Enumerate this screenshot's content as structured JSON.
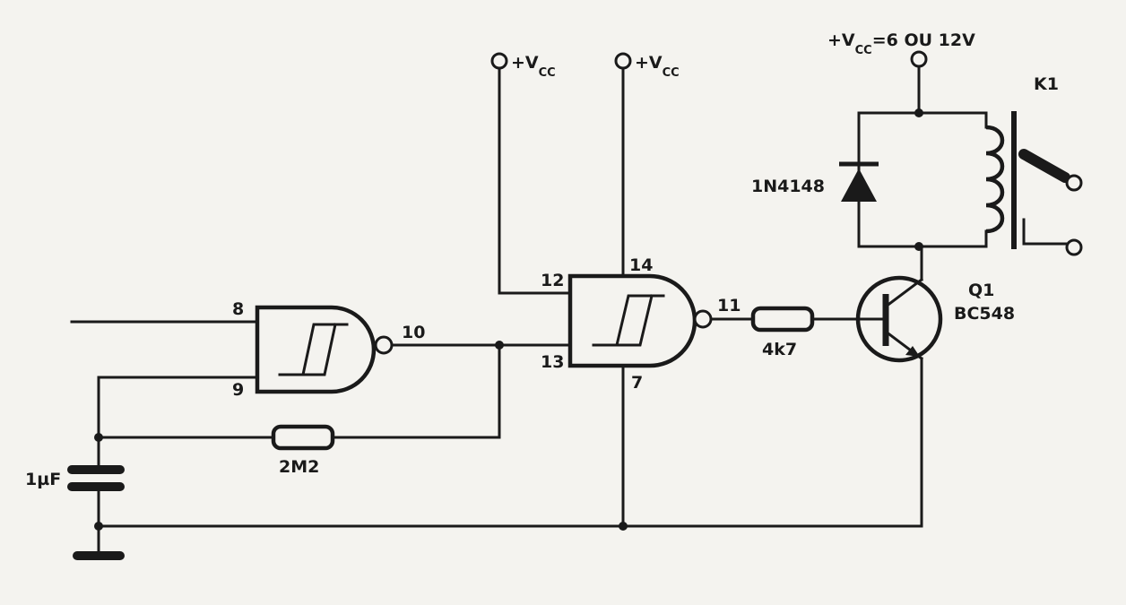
{
  "supply": {
    "vcc_prefix": "+V",
    "vcc_sub": "CC",
    "relay_supply_prefix": "+V",
    "relay_supply_sub": "CC",
    "relay_supply_value": "=6 OU 12V"
  },
  "gate1": {
    "pin_in_a": "8",
    "pin_in_b": "9",
    "pin_out": "10"
  },
  "gate2": {
    "pin_in_a": "12",
    "pin_in_b": "13",
    "pin_vcc": "14",
    "pin_gnd": "7",
    "pin_out": "11"
  },
  "components": {
    "capacitor": "1µF",
    "feedback_resistor": "2M2",
    "base_resistor": "4k7",
    "diode": "1N4148",
    "relay": "K1",
    "transistor_ref": "Q1",
    "transistor_part": "BC548"
  },
  "colors": {
    "ink": "#1a1a1a",
    "paper": "#f4f3ef"
  }
}
